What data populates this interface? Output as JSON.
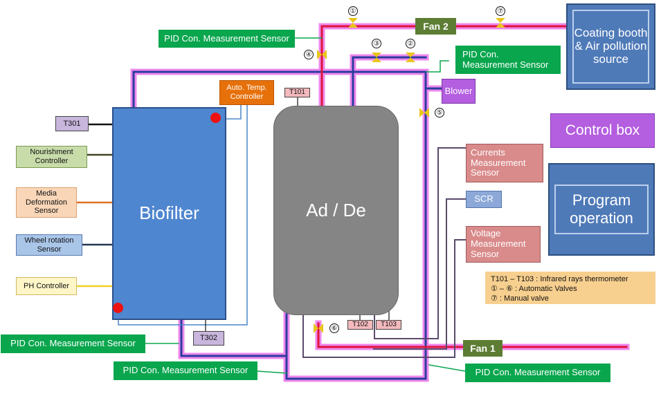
{
  "diagram": {
    "biofilter_label": "Biofilter",
    "adsorber_label": "Ad / De",
    "coating_label": "Coating booth & Air pollution source",
    "control_box_label": "Control box",
    "program_label": "Program operation",
    "blower_label": "Blower",
    "fan1_label": "Fan 1",
    "fan2_label": "Fan 2",
    "scr_label": "SCR",
    "currents_sensor": "Currents Measurement Sensor",
    "voltage_sensor": "Voltage Measurement Sensor",
    "auto_temp_controller": "Auto. Temp. Controller",
    "pid_sensor_label": "PID Con. Measurement Sensor",
    "pid_sensor_multiline": "PID Con.\nMeasurement Sensor",
    "left_controls": {
      "t301": "T301",
      "nourishment": "Nourishment Controller",
      "media": "Media Deformation Sensor",
      "wheel": "Wheel rotation Sensor",
      "ph": "PH Controller"
    },
    "thermometers": {
      "t101": "T101",
      "t102": "T102",
      "t103": "T103",
      "t302": "T302"
    },
    "valves": {
      "v1": "①",
      "v2": "②",
      "v3": "③",
      "v4": "④",
      "v5": "⑤",
      "v6": "⑥",
      "v7": "⑦"
    },
    "legend": {
      "line1": "T101 – T103 : Infrared rays thermometer",
      "line2": "① – ⑥ : Automatic Valves",
      "line3": "⑦ : Manual valve"
    },
    "colors": {
      "pipe_outline": "#ee88ee",
      "hot_pipe": "#e0143c",
      "cool_pipe": "#2b3d9e",
      "valve": "#e8c61a"
    }
  }
}
